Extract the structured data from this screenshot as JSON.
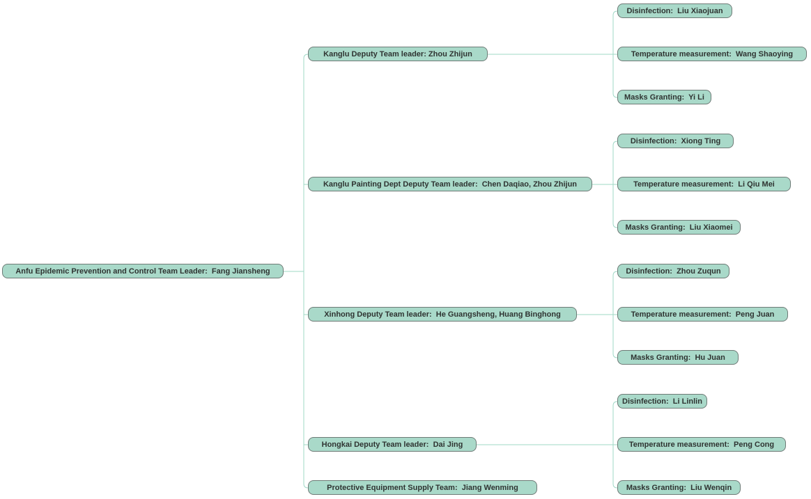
{
  "root": {
    "label": "Anfu Epidemic Prevention and Control Team Leader:  Fang Jiansheng"
  },
  "groups": [
    {
      "label": "Kanglu Deputy Team leader: Zhou Zhijun",
      "children": [
        "Disinfection:  Liu Xiaojuan",
        "Temperature measurement:  Wang Shaoying",
        "Masks Granting:  Yi Li"
      ]
    },
    {
      "label": "Kanglu Painting Dept Deputy Team leader:  Chen Daqiao, Zhou Zhijun",
      "children": [
        "Disinfection:  Xiong Ting",
        "Temperature measurement:  Li Qiu Mei",
        "Masks Granting:  Liu Xiaomei"
      ]
    },
    {
      "label": "Xinhong Deputy Team leader:  He Guangsheng, Huang Binghong",
      "children": [
        "Disinfection:  Zhou Zuqun",
        "Temperature measurement:  Peng Juan",
        "Masks Granting:  Hu Juan"
      ]
    },
    {
      "label": "Hongkai Deputy Team leader:  Dai Jing",
      "children": [
        "Disinfection:  Li Linlin",
        "Temperature measurement:  Peng Cong",
        "Masks Granting:  Liu Wenqin"
      ]
    },
    {
      "label": "Protective Equipment Supply Team:  Jiang Wenming",
      "children": []
    }
  ],
  "colors": {
    "node_fill": "#a9d9c9",
    "line": "#9fd8c6",
    "border": "#6e7a76"
  }
}
